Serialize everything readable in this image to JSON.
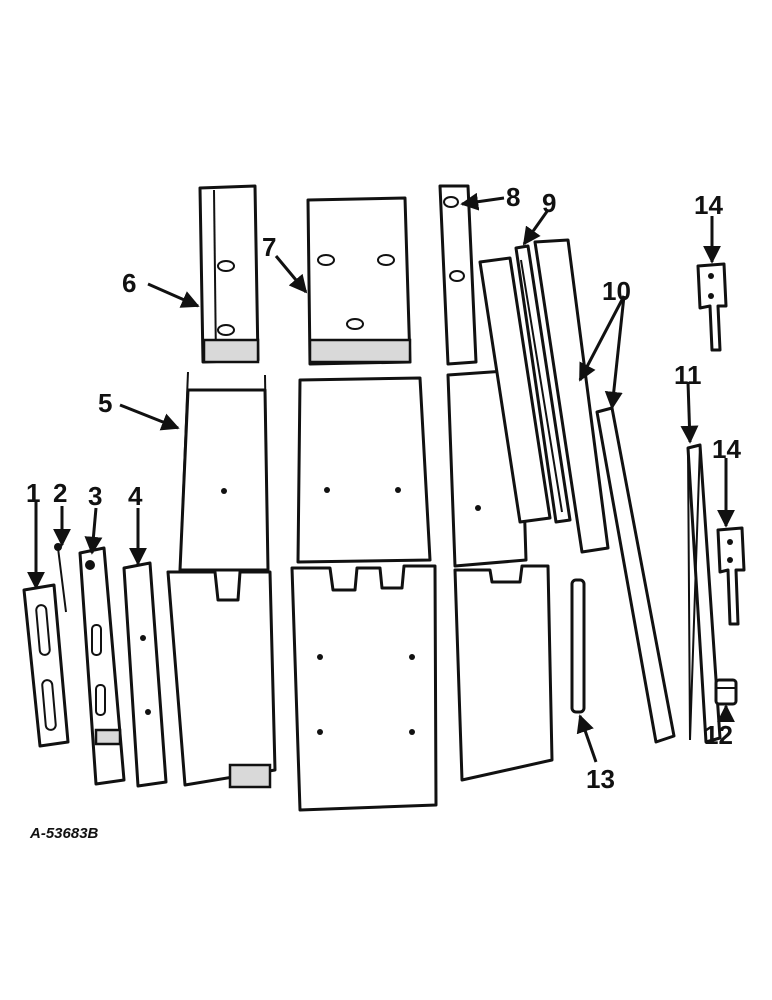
{
  "figure_ref": "A-53683B",
  "callouts": {
    "c1": "1",
    "c2": "2",
    "c3": "3",
    "c4": "4",
    "c5": "5",
    "c6": "6",
    "c7": "7",
    "c8": "8",
    "c9": "9",
    "c10": "10",
    "c11": "11",
    "c12": "12",
    "c13": "13",
    "c14a": "14",
    "c14b": "14"
  }
}
